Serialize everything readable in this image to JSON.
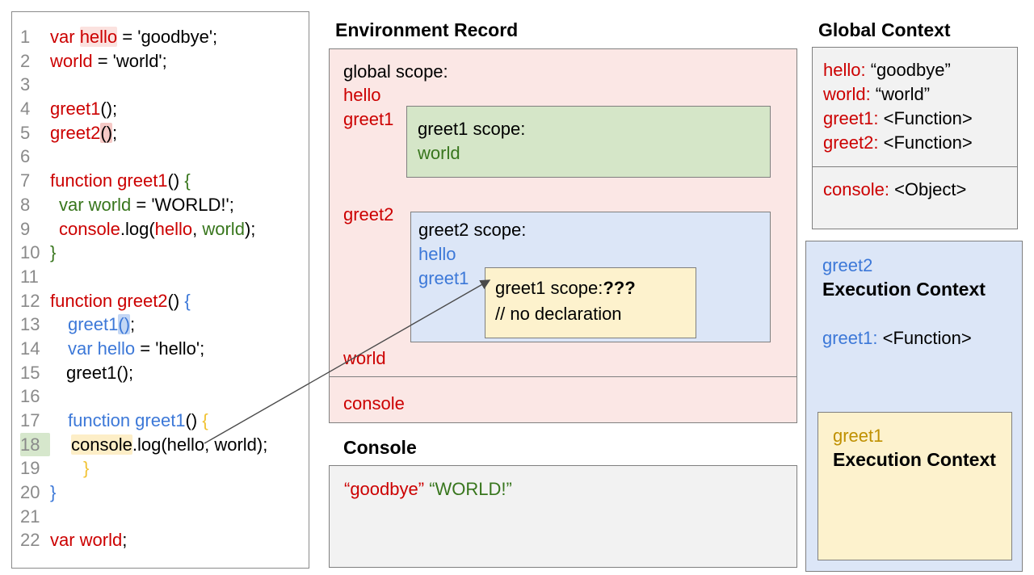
{
  "colors": {
    "text": {
      "red": "#cc0000",
      "green": "#38761d",
      "blue": "#3c78d8",
      "gold": "#f1c232",
      "goldDark": "#bf9000",
      "black": "#000000",
      "gray": "#8a8a8a"
    },
    "highlight": {
      "pink1": "#fbe2df",
      "pink2": "#f5c9c6",
      "blue": "#c3d7f5",
      "yellow": "#fdeec7",
      "greenNum": "#d6e7cc"
    },
    "boxes": {
      "pink": "#fbe7e5",
      "green": "#d5e6c8",
      "blueLight": "#dce6f7",
      "yellow": "#fdf2cd",
      "gray": "#f2f2f2",
      "border": "#7f7f7f"
    },
    "arrow": "#4a4a4a"
  },
  "code_panel": {
    "lines": [
      {
        "num": "1",
        "indent": 0,
        "segments": [
          {
            "t": "var ",
            "c": "red"
          },
          {
            "t": "hello",
            "c": "red",
            "hl": "pink1"
          },
          {
            "t": " = 'goodbye';",
            "c": "black"
          }
        ]
      },
      {
        "num": "2",
        "indent": 0,
        "segments": [
          {
            "t": "world",
            "c": "red"
          },
          {
            "t": " = 'world';",
            "c": "black"
          }
        ]
      },
      {
        "num": "3",
        "indent": 0,
        "segments": []
      },
      {
        "num": "4",
        "indent": 0,
        "segments": [
          {
            "t": "greet1",
            "c": "red"
          },
          {
            "t": "();",
            "c": "black"
          }
        ]
      },
      {
        "num": "5",
        "indent": 0,
        "segments": [
          {
            "t": "greet2",
            "c": "red"
          },
          {
            "t": "()",
            "c": "black",
            "hl": "pink2"
          },
          {
            "t": ";",
            "c": "black"
          }
        ]
      },
      {
        "num": "6",
        "indent": 0,
        "segments": []
      },
      {
        "num": "7",
        "indent": 0,
        "segments": [
          {
            "t": "function greet1",
            "c": "red"
          },
          {
            "t": "() ",
            "c": "black"
          },
          {
            "t": "{",
            "c": "green"
          }
        ]
      },
      {
        "num": "8",
        "indent": 11,
        "segments": [
          {
            "t": "var world",
            "c": "green"
          },
          {
            "t": " = 'WORLD!';",
            "c": "black"
          }
        ]
      },
      {
        "num": "9",
        "indent": 11,
        "segments": [
          {
            "t": "console",
            "c": "red"
          },
          {
            "t": ".log(",
            "c": "black"
          },
          {
            "t": "hello",
            "c": "red"
          },
          {
            "t": ", ",
            "c": "black"
          },
          {
            "t": "world",
            "c": "green"
          },
          {
            "t": ");",
            "c": "black"
          }
        ]
      },
      {
        "num": "10",
        "indent": 0,
        "segments": [
          {
            "t": "}",
            "c": "green"
          }
        ]
      },
      {
        "num": "11",
        "indent": 0,
        "segments": []
      },
      {
        "num": "12",
        "indent": 0,
        "segments": [
          {
            "t": "function greet2",
            "c": "red"
          },
          {
            "t": "() ",
            "c": "black"
          },
          {
            "t": "{",
            "c": "blue"
          }
        ]
      },
      {
        "num": "13",
        "indent": 22,
        "segments": [
          {
            "t": "greet1",
            "c": "blue"
          },
          {
            "t": "()",
            "c": "blue",
            "hl": "blue"
          },
          {
            "t": ";",
            "c": "black"
          }
        ]
      },
      {
        "num": "14",
        "indent": 22,
        "segments": [
          {
            "t": "var hello",
            "c": "blue"
          },
          {
            "t": " = 'hello';",
            "c": "black"
          }
        ]
      },
      {
        "num": "15",
        "indent": 20,
        "segments": [
          {
            "t": "greet1();",
            "c": "black"
          }
        ]
      },
      {
        "num": "16",
        "indent": 0,
        "segments": []
      },
      {
        "num": "17",
        "indent": 22,
        "segments": [
          {
            "t": "function greet1",
            "c": "blue"
          },
          {
            "t": "() ",
            "c": "black"
          },
          {
            "t": "{",
            "c": "gold"
          }
        ]
      },
      {
        "num": "18",
        "indent": 26,
        "num_hl": true,
        "segments": [
          {
            "t": "console",
            "c": "black",
            "hl": "yellow"
          },
          {
            "t": ".log(hello, world);",
            "c": "black"
          }
        ]
      },
      {
        "num": "19",
        "indent": 41,
        "segments": [
          {
            "t": "}",
            "c": "gold"
          }
        ]
      },
      {
        "num": "20",
        "indent": 0,
        "segments": [
          {
            "t": "}",
            "c": "blue"
          }
        ]
      },
      {
        "num": "21",
        "indent": 0,
        "segments": []
      },
      {
        "num": "22",
        "indent": 0,
        "segments": [
          {
            "t": "var world",
            "c": "red"
          },
          {
            "t": ";",
            "c": "black"
          }
        ]
      }
    ]
  },
  "environment_record": {
    "heading": "Environment Record",
    "global_scope_title": "global scope:",
    "global_vars": [
      "hello",
      "greet1",
      "greet2",
      "world",
      "console"
    ],
    "greet1_scope": {
      "title": "greet1 scope:",
      "vars": [
        "world"
      ]
    },
    "greet2_scope": {
      "title": "greet2 scope:",
      "vars": [
        "hello",
        "greet1"
      ]
    },
    "greet1_inner_scope": {
      "title": "greet1 scope:",
      "question": "???",
      "comment": "// no declaration"
    }
  },
  "console_panel": {
    "heading": "Console",
    "output": [
      {
        "t": "“goodbye”",
        "c": "red"
      },
      {
        "t": " ",
        "c": "black"
      },
      {
        "t": "“WORLD!”",
        "c": "green"
      }
    ]
  },
  "global_context": {
    "heading": "Global Context",
    "section1": [
      {
        "k": "hello:",
        "v": "“goodbye”"
      },
      {
        "k": "world:",
        "v": "“world”"
      },
      {
        "k": "greet1:",
        "v": "<Function>"
      },
      {
        "k": "greet2:",
        "v": "<Function>"
      }
    ],
    "section2": [
      {
        "k": "console:",
        "v": "<Object>"
      }
    ]
  },
  "execution_contexts": {
    "greet2": {
      "name": "greet2",
      "label": "Execution Context",
      "rows": [
        {
          "k": "greet1:",
          "v": "<Function>"
        }
      ]
    },
    "greet1": {
      "name": "greet1",
      "label": "Execution Context"
    }
  }
}
